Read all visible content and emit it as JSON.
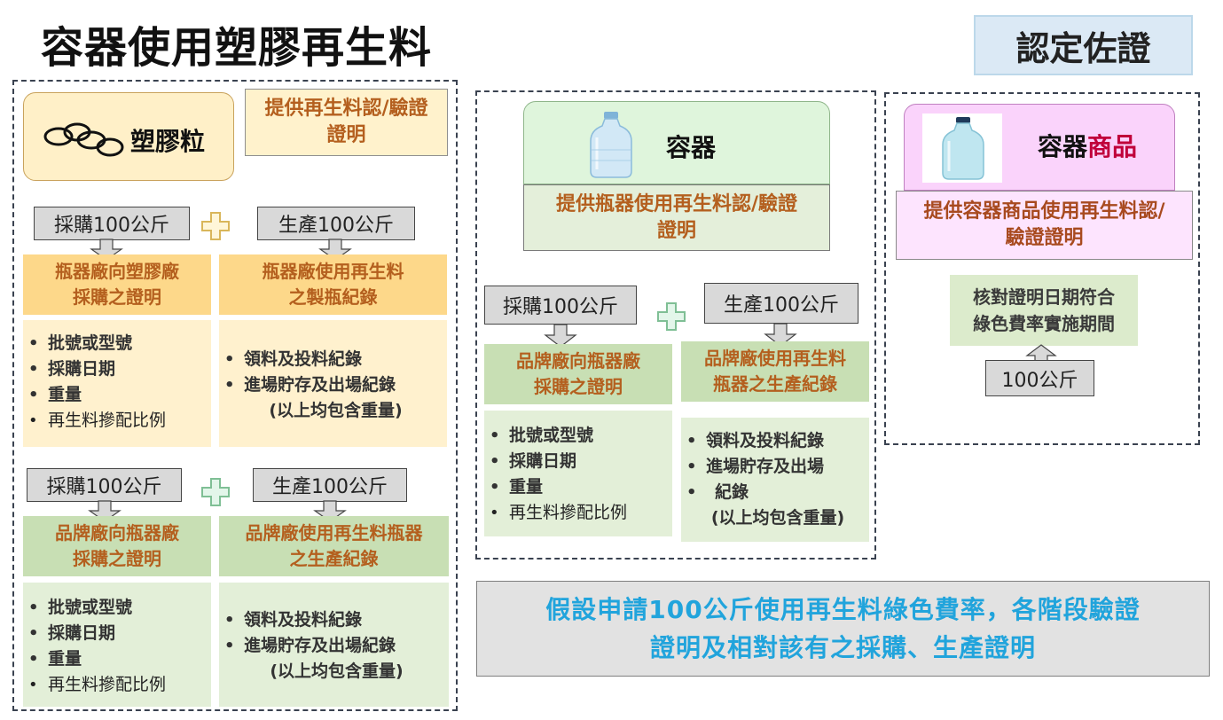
{
  "title": "容器使用塑膠再生料",
  "badge": "認定佐證",
  "pellets": {
    "header_label": "塑膠粒",
    "provide": [
      "提供再生料認/驗證",
      "證明"
    ],
    "row1": {
      "buy_label": "採購100公斤",
      "produce_label": "生產100公斤",
      "left_head": [
        "瓶器廠向塑膠廠",
        "採購之證明"
      ],
      "right_head": [
        "瓶器廠使用再生料",
        "之製瓶紀錄"
      ],
      "left_items": [
        "批號或型號",
        "採購日期",
        "重量",
        "再生料摻配比例"
      ],
      "right_items": [
        "領料及投料紀錄",
        "進場貯存及出場紀錄"
      ],
      "right_note": "(以上均包含重量)"
    },
    "row2": {
      "buy_label": "採購100公斤",
      "produce_label": "生產100公斤",
      "left_head": [
        "品牌廠向瓶器廠",
        "採購之證明"
      ],
      "right_head": [
        "品牌廠使用再生料瓶器",
        "之生產紀錄"
      ],
      "left_items": [
        "批號或型號",
        "採購日期",
        "重量",
        "再生料摻配比例"
      ],
      "right_items": [
        "領料及投料紀錄",
        "進場貯存及出場紀錄"
      ],
      "right_note": "(以上均包含重量)"
    }
  },
  "container": {
    "header_label": "容器",
    "provide": [
      "提供瓶器使用再生料認/驗證",
      "證明"
    ],
    "buy_label": "採購100公斤",
    "produce_label": "生產100公斤",
    "left_head": [
      "品牌廠向瓶器廠",
      "採購之證明"
    ],
    "right_head": [
      "品牌廠使用再生料",
      "瓶器之生產紀錄"
    ],
    "left_items": [
      "批號或型號",
      "採購日期",
      "重量",
      "再生料摻配比例"
    ],
    "right_items": [
      "領料及投料紀錄",
      "進場貯存及出場",
      "紀錄"
    ],
    "right_note": "(以上均包含重量)"
  },
  "product": {
    "header_label_part1": "容器",
    "header_label_part2": "商品",
    "provide": [
      "提供容器商品使用再生料認/",
      "驗證證明"
    ],
    "check_text": [
      "核對證明日期符合",
      "綠色費率實施期間"
    ],
    "weight_label": "100公斤"
  },
  "summary": [
    "假設申請100公斤使用再生料綠色費率，各階段驗證",
    "證明及相對該有之採購、生產證明"
  ],
  "colors": {
    "orange_text": "#b45f1e",
    "summary_text": "#21a4dc",
    "highlight_red": "#c0003a",
    "orange_block": "#fdd88a",
    "green_head": "#c8dfb4"
  },
  "icons": [
    "pellet-rings-icon",
    "plus-icon",
    "bottle-icon",
    "down-arrow-icon",
    "up-arrow-icon"
  ]
}
